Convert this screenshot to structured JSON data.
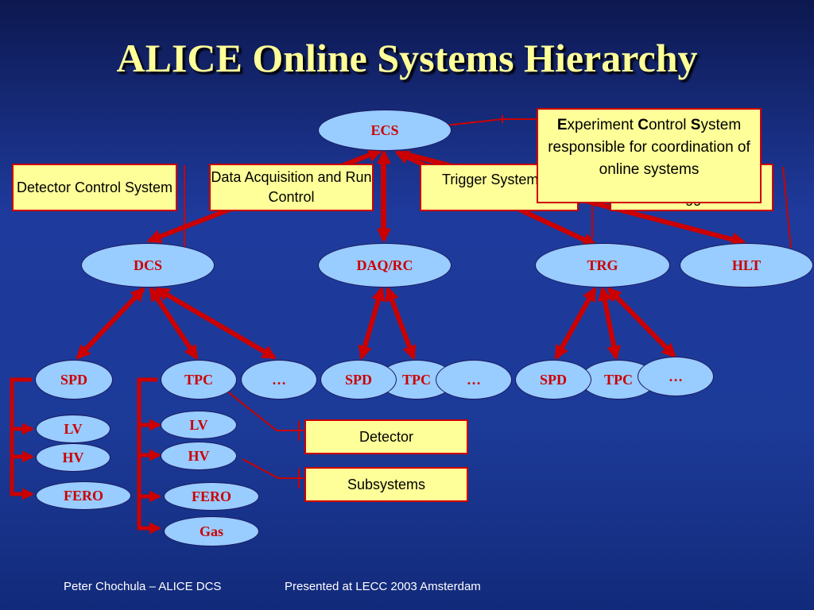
{
  "title": "ALICE Online Systems Hierarchy",
  "top": {
    "ecs": "ECS"
  },
  "labels": {
    "dcs": "Detector Control System",
    "daq": "Data Acquisition and Run Control",
    "trigger": "Trigger System",
    "hlt_partial": "Trigger"
  },
  "systems": {
    "dcs": "DCS",
    "daq": "DAQ/RC",
    "trg": "TRG",
    "hlt": "HLT"
  },
  "dcs_children": {
    "spd": "SPD",
    "tpc": "TPC",
    "more": "…"
  },
  "daq_children": {
    "spd": "SPD",
    "tpc": "TPC",
    "more": "…"
  },
  "trg_children": {
    "spd": "SPD",
    "tpc": "TPC",
    "more": "…"
  },
  "spd_sub": {
    "lv": "LV",
    "hv": "HV",
    "fero": "FERO"
  },
  "tpc_sub": {
    "lv": "LV",
    "hv": "HV",
    "fero": "FERO",
    "gas": "Gas"
  },
  "ecs_callout": {
    "e": "E",
    "e_rest": "xperiment ",
    "c": "C",
    "c_rest": "ontrol",
    "s": "S",
    "s_rest": "ystem responsible for coordination of online systems"
  },
  "legend": {
    "detector": "Detector",
    "subsystems": "Subsystems"
  },
  "footer": {
    "author": "Peter Chochula – ALICE DCS",
    "presented": "Presented at LECC 2003 Amsterdam"
  },
  "colors": {
    "background": "#1c3a98",
    "title": "#ffff99",
    "node_fill": "#99ccff",
    "node_text": "#cc0000",
    "box_fill": "#ffff99",
    "connector": "#cc0000"
  }
}
